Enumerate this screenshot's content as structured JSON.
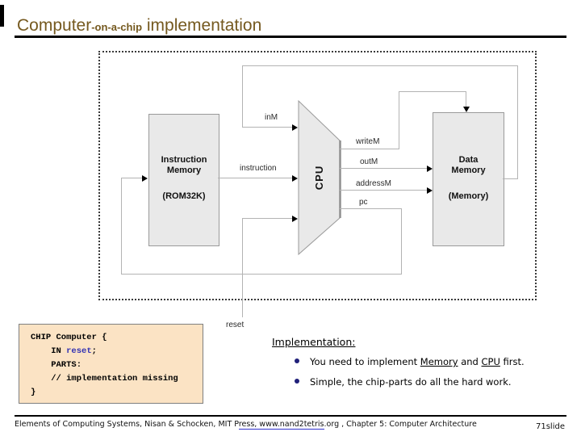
{
  "slide": {
    "title": {
      "main": "Computer",
      "small": "-on-a-chip",
      "rest": " implementation"
    },
    "footer": {
      "pre": "Elements of Computing Systems, Nisan & Schocken, MIT P",
      "link": "ress, www.nand2tetris",
      "post": ".org , Chapter 5: Computer Architecture",
      "page": "71slide"
    }
  },
  "diagram": {
    "instruction_memory": {
      "name1": "Instruction",
      "name2": "Memory",
      "type": "(ROM32K)"
    },
    "cpu": {
      "label": "CPU"
    },
    "data_memory": {
      "name1": "Data",
      "name2": "Memory",
      "type": "(Memory)"
    },
    "signals": {
      "inM": "inM",
      "instruction": "instruction",
      "writeM": "writeM",
      "outM": "outM",
      "addressM": "addressM",
      "pc": "pc",
      "reset": "reset"
    }
  },
  "code": {
    "line1": "CHIP Computer {",
    "line2_indent": "    ",
    "line2_kw": "IN ",
    "line2_name": "reset",
    "line2_tail": ";",
    "line3": "    PARTS:",
    "line4": "    // implementation missing",
    "line5": "}"
  },
  "notes": {
    "heading": "Implementation:",
    "bullet1": {
      "pre": "You need to implement ",
      "link1": "Memory",
      "mid": " and ",
      "link2": "CPU",
      "post": " first."
    },
    "bullet2": "Simple, the chip-parts do all the hard work."
  },
  "colors": {
    "title_brown": "#75591f",
    "code_box_bg": "#fbe3c4",
    "code_keyword_blue": "#3333b3",
    "bullet_dot_navy": "#20207a",
    "wire_gray": "#b3b3b3",
    "box_fill": "#e9e9e9",
    "box_border": "#9a9a9a",
    "link_underline_blue": "#3333cc"
  }
}
